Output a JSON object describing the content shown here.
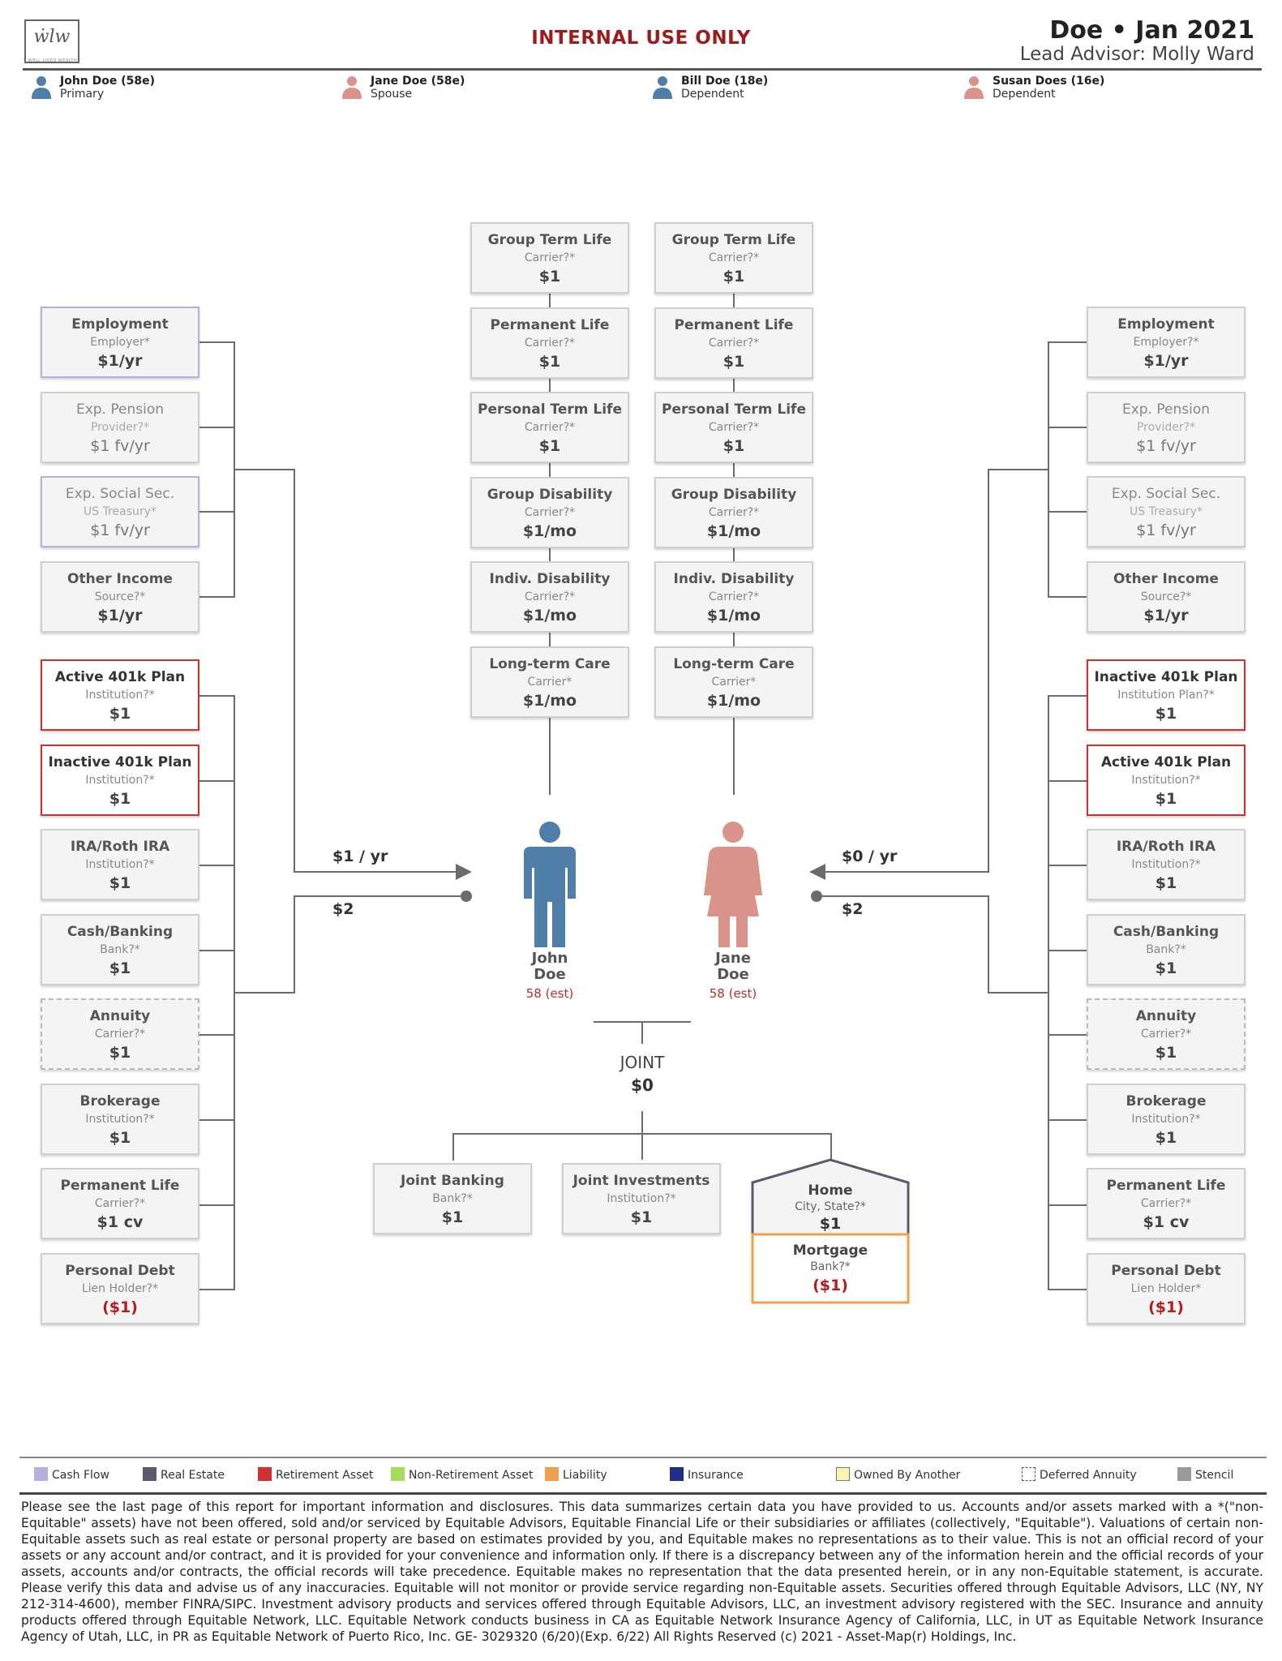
{
  "header": {
    "logo_text": "ẇlw",
    "logo_sub": "WELL LIVED WEALTH",
    "notice": "INTERNAL USE ONLY",
    "title": "Doe • Jan 2021",
    "advisor": "Lead Advisor: Molly Ward"
  },
  "people": [
    {
      "name": "John Doe (58e)",
      "role": "Primary",
      "color": "#4f7fa8"
    },
    {
      "name": "Jane Doe (58e)",
      "role": "Spouse",
      "color": "#d9938a"
    },
    {
      "name": "Bill Doe (18e)",
      "role": "Dependent",
      "color": "#4f7fa8"
    },
    {
      "name": "Susan Does (16e)",
      "role": "Dependent",
      "color": "#d9938a"
    }
  ],
  "left_income": [
    {
      "title": "Employment",
      "sub": "Employer*",
      "value": "$1/yr",
      "kind": "cash"
    },
    {
      "title": "Exp. Pension",
      "sub": "Provider?*",
      "value": "$1 fv/yr",
      "kind": "faded"
    },
    {
      "title": "Exp. Social Sec.",
      "sub": "US Treasury*",
      "value": "$1 fv/yr",
      "kind": "cashfaded"
    },
    {
      "title": "Other Income",
      "sub": "Source?*",
      "value": "$1/yr",
      "kind": "plain"
    }
  ],
  "left_assets": [
    {
      "title": "Active 401k Plan",
      "sub": "Institution?*",
      "value": "$1",
      "kind": "ret"
    },
    {
      "title": "Inactive 401k Plan",
      "sub": "Institution?*",
      "value": "$1",
      "kind": "ret"
    },
    {
      "title": "IRA/Roth IRA",
      "sub": "Institution?*",
      "value": "$1",
      "kind": "plain"
    },
    {
      "title": "Cash/Banking",
      "sub": "Bank?*",
      "value": "$1",
      "kind": "plain"
    },
    {
      "title": "Annuity",
      "sub": "Carrier?*",
      "value": "$1",
      "kind": "def"
    },
    {
      "title": "Brokerage",
      "sub": "Institution?*",
      "value": "$1",
      "kind": "plain"
    },
    {
      "title": "Permanent Life",
      "sub": "Carrier?*",
      "value": "$1 cv",
      "kind": "plain"
    },
    {
      "title": "Personal Debt",
      "sub": "Lien Holder?*",
      "value": "($1)",
      "kind": "debt"
    }
  ],
  "right_income": [
    {
      "title": "Employment",
      "sub": "Employer?*",
      "value": "$1/yr",
      "kind": "plain"
    },
    {
      "title": "Exp. Pension",
      "sub": "Provider?*",
      "value": "$1 fv/yr",
      "kind": "faded"
    },
    {
      "title": "Exp. Social Sec.",
      "sub": "US Treasury*",
      "value": "$1 fv/yr",
      "kind": "faded"
    },
    {
      "title": "Other Income",
      "sub": "Source?*",
      "value": "$1/yr",
      "kind": "plain"
    }
  ],
  "right_assets": [
    {
      "title": "Inactive 401k Plan",
      "sub": "Institution Plan?*",
      "value": "$1",
      "kind": "ret"
    },
    {
      "title": "Active 401k Plan",
      "sub": "Institution?*",
      "value": "$1",
      "kind": "ret"
    },
    {
      "title": "IRA/Roth IRA",
      "sub": "Institution?*",
      "value": "$1",
      "kind": "plain"
    },
    {
      "title": "Cash/Banking",
      "sub": "Bank?*",
      "value": "$1",
      "kind": "plain"
    },
    {
      "title": "Annuity",
      "sub": "Carrier?*",
      "value": "$1",
      "kind": "def"
    },
    {
      "title": "Brokerage",
      "sub": "Institution?*",
      "value": "$1",
      "kind": "plain"
    },
    {
      "title": "Permanent Life",
      "sub": "Carrier?*",
      "value": "$1 cv",
      "kind": "plain"
    },
    {
      "title": "Personal Debt",
      "sub": "Lien Holder*",
      "value": "($1)",
      "kind": "debt"
    }
  ],
  "john_insurance": [
    {
      "title": "Group Term Life",
      "sub": "Carrier?*",
      "value": "$1"
    },
    {
      "title": "Permanent Life",
      "sub": "Carrier?*",
      "value": "$1"
    },
    {
      "title": "Personal Term Life",
      "sub": "Carrier?*",
      "value": "$1"
    },
    {
      "title": "Group Disability",
      "sub": "Carrier?*",
      "value": "$1/mo"
    },
    {
      "title": "Indiv. Disability",
      "sub": "Carrier?*",
      "value": "$1/mo"
    },
    {
      "title": "Long-term Care",
      "sub": "Carrier*",
      "value": "$1/mo"
    }
  ],
  "jane_insurance": [
    {
      "title": "Group Term Life",
      "sub": "Carrier?*",
      "value": "$1"
    },
    {
      "title": "Permanent Life",
      "sub": "Carrier?*",
      "value": "$1"
    },
    {
      "title": "Personal Term Life",
      "sub": "Carrier?*",
      "value": "$1"
    },
    {
      "title": "Group Disability",
      "sub": "Carrier?*",
      "value": "$1/mo"
    },
    {
      "title": "Indiv. Disability",
      "sub": "Carrier?*",
      "value": "$1/mo"
    },
    {
      "title": "Long-term Care",
      "sub": "Carrier*",
      "value": "$1/mo"
    }
  ],
  "john": {
    "first": "John",
    "last": "Doe",
    "age": "58 (est)",
    "income_flow": "$1 / yr",
    "asset_flow": "$2",
    "color": "#4f7fa8"
  },
  "jane": {
    "first": "Jane",
    "last": "Doe",
    "age": "58 (est)",
    "income_flow": "$0 / yr",
    "asset_flow": "$2",
    "color": "#d9938a"
  },
  "joint": {
    "title": "JOINT",
    "value": "$0",
    "banking": {
      "title": "Joint Banking",
      "sub": "Bank?*",
      "value": "$1"
    },
    "investments": {
      "title": "Joint Investments",
      "sub": "Institution?*",
      "value": "$1"
    },
    "home": {
      "title": "Home",
      "sub": "City, State?*",
      "value": "$1"
    },
    "mortgage": {
      "title": "Mortgage",
      "sub": "Bank?*",
      "value": "($1)"
    }
  },
  "legend": [
    {
      "label": "Cash Flow",
      "color": "#b9aee0",
      "style": "solid"
    },
    {
      "label": "Real Estate",
      "color": "#5a5a6e",
      "style": "solid"
    },
    {
      "label": "Retirement Asset",
      "color": "#d32f2f",
      "style": "solid"
    },
    {
      "label": "Non-Retirement Asset",
      "color": "#a6dc5a",
      "style": "solid"
    },
    {
      "label": "Liability",
      "color": "#f0a04a",
      "style": "solid"
    },
    {
      "label": "Insurance",
      "color": "#1f2f8a",
      "style": "solid"
    },
    {
      "label": "Owned By Another",
      "color": "#fbf3b0",
      "style": "outline"
    },
    {
      "label": "Deferred Annuity",
      "color": "#ffffff",
      "style": "dashed"
    },
    {
      "label": "Stencil",
      "color": "#9a9a9a",
      "style": "solid"
    }
  ],
  "disclaimer": "Please see the last page of this report for important information and disclosures. This data summarizes certain data you have provided to us. Accounts and/or assets marked with a *(\"non-Equitable\" assets) have not been offered, sold and/or serviced by Equitable Advisors, Equitable Financial Life or their subsidiaries or affiliates (collectively, \"Equitable\"). Valuations of certain non-Equitable assets such as real estate or personal property are based on estimates provided by you, and Equitable makes no representations as to their value. This is not an official record of your assets or any account and/or contract, and it is provided for your convenience and information only. If there is a discrepancy between any of the information herein and the official records of your assets, accounts and/or contracts, the official records will take precedence. Equitable makes no representation that the data presented herein, or in any non-Equitable statement, is accurate. Please verify this data and advise us of any inaccuracies. Equitable will not monitor or provide service regarding non-Equitable assets. Securities offered through Equitable Advisors, LLC (NY, NY 212-314-4600), member FINRA/SIPC. Investment advisory products and services offered through Equitable Advisors, LLC, an investment advisory registered with the SEC. Insurance and annuity products offered through Equitable Network, LLC. Equitable Network conducts business in CA as Equitable Network Insurance Agency of California, LLC, in UT as Equitable Network Insurance Agency of Utah, LLC, in PR as Equitable Network of Puerto Rico, Inc. GE- 3029320 (6/20)(Exp. 6/22) All Rights Reserved (c) 2021 - Asset-Map(r) Holdings, Inc."
}
